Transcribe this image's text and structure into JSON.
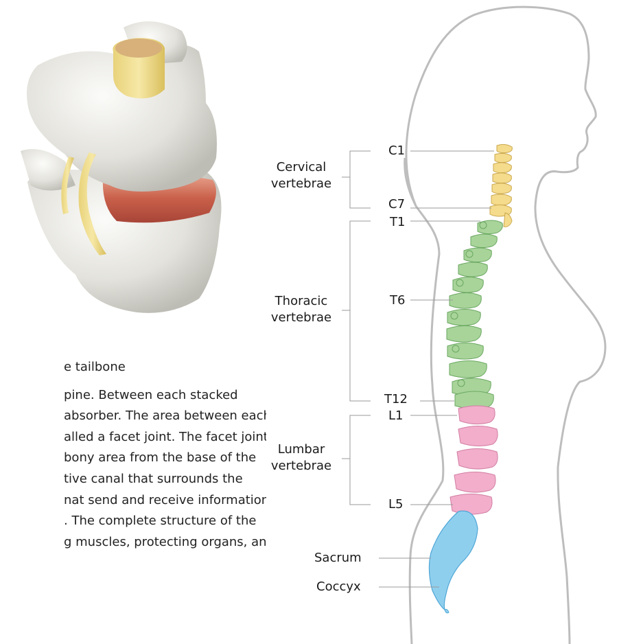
{
  "image_partial_text": {
    "line_1": "e tailbone",
    "paragraph": [
      "pine. Between each stacked",
      "absorber. The area between each",
      "alled a facet joint. The facet joint",
      "bony area from the base of the",
      "tive canal that surrounds the",
      "nat send and receive information",
      ". The complete structure of the",
      "g muscles, protecting organs, and"
    ]
  },
  "groups": {
    "cervical": [
      "Cervical",
      "vertebrae"
    ],
    "thoracic": [
      "Thoracic",
      "vertebrae"
    ],
    "lumbar": [
      "Lumbar",
      "vertebrae"
    ]
  },
  "markers": {
    "c1": "C1",
    "c7": "C7",
    "t1": "T1",
    "t6": "T6",
    "t12": "T12",
    "l1": "L1",
    "l5": "L5"
  },
  "regions": {
    "sacrum": "Sacrum",
    "coccyx": "Coccyx"
  },
  "colors": {
    "cervical": "#f5db8c",
    "thoracic": "#a8d49a",
    "lumbar": "#f2aecb",
    "sacrum": "#8fcfee",
    "outline": "#bdbdbd",
    "leader": "#9a9a9a"
  }
}
